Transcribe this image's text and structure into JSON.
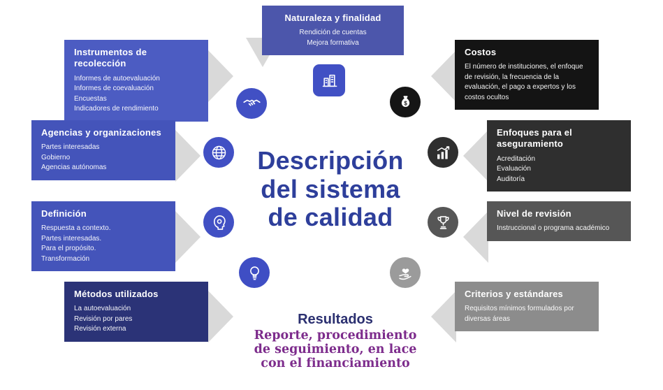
{
  "palette": {
    "background": "#ffffff",
    "arrow": "#d9d9d9",
    "center_title": "#2e3f9b",
    "results_title": "#2b3070",
    "results_text": "#7d2c8c"
  },
  "center": {
    "title_lines": [
      "Descripción",
      "del sistema",
      "de calidad"
    ]
  },
  "top_box": {
    "title": "Naturaleza y finalidad",
    "items": [
      "Rendición de cuentas",
      "Mejora formativa"
    ],
    "bg": "#4c56ab"
  },
  "left_boxes": [
    {
      "title": "Instrumentos de recolección",
      "items": [
        "Informes de autoevaluación",
        "Informes de coevaluación",
        "Encuestas",
        "Indicadores de rendimiento"
      ],
      "bg": "#4c5cc2"
    },
    {
      "title": "Agencias y organizaciones",
      "items": [
        "Partes interesadas",
        "Gobierno",
        "Agencias autónomas"
      ],
      "bg": "#4454ba"
    },
    {
      "title": "Definición",
      "items": [
        "Respuesta a contexto.",
        "Partes interesadas.",
        "Para el propósito.",
        "Transformación"
      ],
      "bg": "#4454ba"
    },
    {
      "title": "Métodos utilizados",
      "items": [
        "La autoevaluación",
        "Revisión por pares",
        "Revisión externa"
      ],
      "bg": "#2b3377"
    }
  ],
  "right_boxes": [
    {
      "title": "Costos",
      "items": [
        "El número de instituciones, el enfoque de revisión, la frecuencia de la evaluación, el pago a expertos y los costos ocultos"
      ],
      "bg": "#141414"
    },
    {
      "title": "Enfoques para el aseguramiento",
      "items": [
        "Acreditación",
        "Evaluación",
        "Auditoría"
      ],
      "bg": "#2f2f2f"
    },
    {
      "title": "Nivel de revisión",
      "items": [
        "Instruccional o programa académico"
      ],
      "bg": "#565656"
    },
    {
      "title": "Criterios y estándares",
      "items": [
        "Requisitos mínimos formulados por diversas áreas"
      ],
      "bg": "#8c8c8c"
    }
  ],
  "results": {
    "title": "Resultados",
    "lines": [
      "Reporte, procedimiento",
      "de seguimiento, en lace",
      "con el financiamiento"
    ]
  },
  "icons": [
    {
      "name": "handshake-icon",
      "bg": "#4150c4"
    },
    {
      "name": "buildings-icon",
      "bg": "#4150c4"
    },
    {
      "name": "money-bag-icon",
      "bg": "#151515"
    },
    {
      "name": "globe-icon",
      "bg": "#4150c4"
    },
    {
      "name": "growth-chart-icon",
      "bg": "#2f2f2f"
    },
    {
      "name": "head-profile-icon",
      "bg": "#4150c4"
    },
    {
      "name": "trophy-icon",
      "bg": "#565656"
    },
    {
      "name": "lightbulb-icon",
      "bg": "#3f4ec4"
    },
    {
      "name": "heart-in-hand-icon",
      "bg": "#9b9b9b"
    }
  ]
}
